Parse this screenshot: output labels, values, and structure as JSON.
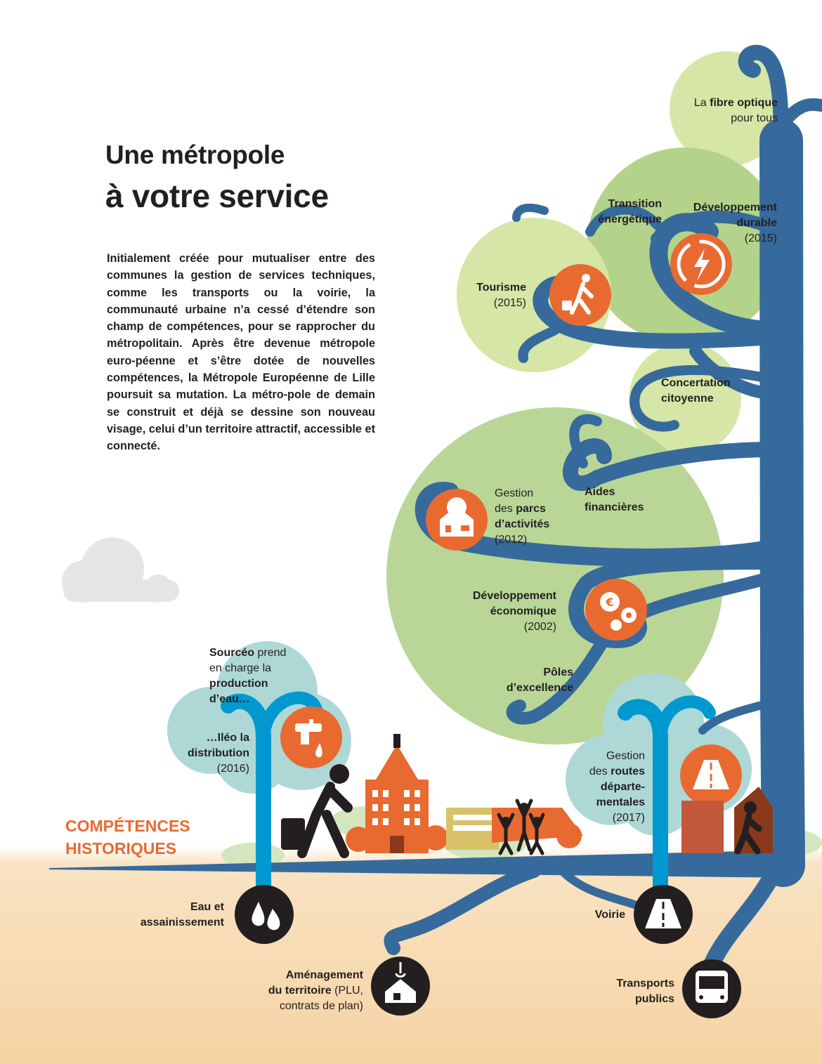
{
  "title": {
    "line1": "Une métropole",
    "line2": "à votre service"
  },
  "intro": "Initialement créée pour mutualiser entre des communes la gestion de services techniques, comme les transports ou la voirie, la communauté urbaine n’a cessé d’étendre son champ de compétences, pour se rapprocher du métropolitain. Après être devenue métropole euro-péenne et s’être dotée de nouvelles compétences, la Métropole Européenne de Lille poursuit sa mutation. La métro-pole de demain se construit et déjà se dessine son nouveau visage, celui d’un territoire attractif, accessible et connecté.",
  "historic_heading": {
    "line1": "COMPÉTENCES",
    "line2": "HISTORIQUES"
  },
  "competences": {
    "fibre": {
      "pre": "La ",
      "bold": "fibre optique",
      "post": "pour tous"
    },
    "transition": {
      "line1": "Transition",
      "line2": "énergétique"
    },
    "dev_durable": {
      "line1": "Développement",
      "line2": "durable",
      "year": "(2015)"
    },
    "tourisme": {
      "label": "Tourisme",
      "year": "(2015)"
    },
    "concertation": {
      "line1": "Concertation",
      "line2": "citoyenne"
    },
    "aides": {
      "line1": "Aides",
      "line2": "financières"
    },
    "parcs": {
      "line1": "Gestion",
      "line2_pre": "des ",
      "line2_bold": "parcs",
      "line3": "d’activités",
      "year": "(2012)"
    },
    "dev_eco": {
      "line1": "Développement",
      "line2": "économique",
      "year": "(2002)"
    },
    "poles": {
      "line1": "Pôles",
      "line2": "d’excellence"
    },
    "sourceo": {
      "bold1": "Sourcéo",
      "post1": " prend",
      "line2": "en charge la",
      "bold3": "production",
      "bold4": "d’eau…"
    },
    "ileo": {
      "line1": "…Iléo la",
      "line2": "distribution",
      "year": "(2016)"
    },
    "routes": {
      "line1": "Gestion",
      "line2_pre": "des ",
      "line2_bold": "routes",
      "line3": "départe-",
      "line4": "mentales",
      "year": "(2017)"
    },
    "eau": {
      "line1": "Eau et",
      "line2": "assainissement"
    },
    "amenagement": {
      "bold1": "Aménagement",
      "bold2": "du territoire",
      "post2": " (PLU,",
      "line3": "contrats de plan)"
    },
    "voirie": {
      "label": "Voirie"
    },
    "transports": {
      "line1": "Transports",
      "line2": "publics"
    }
  },
  "colors": {
    "trunk": "#366a9c",
    "light_blue": "#0099cf",
    "orange": "#e86a31",
    "heading_orange": "#e86a31",
    "green_light": "#d6e6a7",
    "green_mid": "#b3d38a",
    "green_circle": "#bad798",
    "teal_light": "#aed8d6",
    "ground": "#f6d7a9",
    "cloud": "#e5e5e5",
    "dark_icon": "#231f20"
  },
  "icons": [
    "energy-icon",
    "hiker-icon",
    "house-gear-icon",
    "euro-gears-icon",
    "water-tap-icon",
    "road-icon",
    "water-drops-icon",
    "crane-house-icon",
    "bus-icon"
  ]
}
